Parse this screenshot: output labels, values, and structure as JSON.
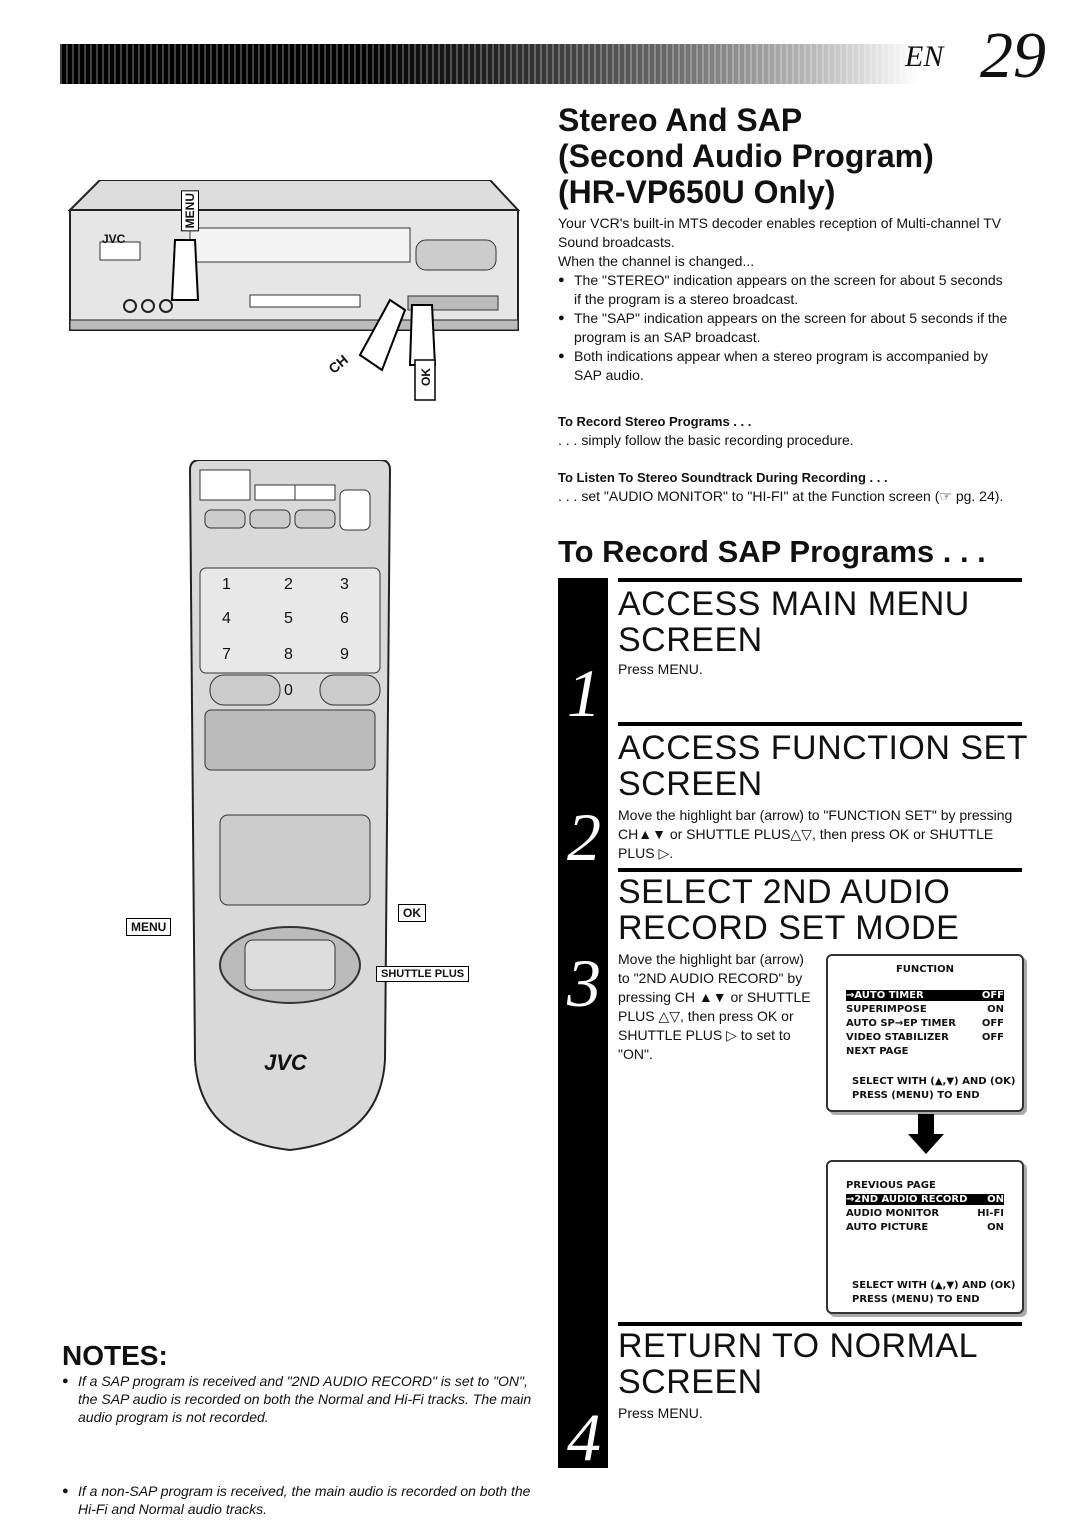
{
  "header": {
    "lang": "EN",
    "page": "29"
  },
  "title": {
    "line1": "Stereo And SAP",
    "line2": "(Second Audio Program)",
    "line3": "(HR-VP650U Only)"
  },
  "intro": {
    "p1": "Your VCR's built-in MTS decoder enables reception of Multi-channel TV Sound broadcasts.",
    "p2": "When the channel is changed...",
    "bullets": [
      "The \"STEREO\" indication appears on the screen for about 5 seconds if the program is a stereo broadcast.",
      "The \"SAP\" indication appears on the screen for about 5 seconds if the program is an SAP broadcast.",
      "Both indications appear when a stereo program is accompanied by SAP audio."
    ]
  },
  "record_stereo": {
    "heading": "To Record Stereo Programs . . .",
    "text": ". . . simply follow the basic recording procedure."
  },
  "listen_stereo": {
    "heading": "To Listen To Stereo Soundtrack During Recording . . .",
    "text": ". . . set \"AUDIO MONITOR\" to \"HI-FI\" at the Function screen (☞ pg. 24)."
  },
  "sap_heading": "To Record SAP Programs . . .",
  "steps": [
    {
      "num": "1",
      "title1": "ACCESS MAIN MENU",
      "title2": "SCREEN",
      "text": "Press MENU."
    },
    {
      "num": "2",
      "title1": "ACCESS FUNCTION SET",
      "title2": "SCREEN",
      "text": "Move the highlight bar (arrow) to \"FUNCTION SET\" by pressing CH▲▼ or SHUTTLE PLUS△▽, then press OK or SHUTTLE PLUS ▷."
    },
    {
      "num": "3",
      "title1": "SELECT 2ND AUDIO",
      "title2": "RECORD SET MODE",
      "text": "Move the highlight bar (arrow) to \"2ND AUDIO RECORD\" by pressing CH ▲▼ or SHUTTLE PLUS △▽, then press OK or SHUTTLE PLUS ▷ to set to \"ON\"."
    },
    {
      "num": "4",
      "title1": "RETURN TO NORMAL",
      "title2": "SCREEN",
      "text": "Press MENU."
    }
  ],
  "osd1": {
    "title": "FUNCTION",
    "rows": [
      {
        "label": "→AUTO TIMER",
        "value": "OFF"
      },
      {
        "label": "SUPERIMPOSE",
        "value": "ON"
      },
      {
        "label": "AUTO SP→EP TIMER",
        "value": "OFF"
      },
      {
        "label": "VIDEO STABILIZER",
        "value": "OFF"
      },
      {
        "label": "NEXT PAGE",
        "value": ""
      }
    ],
    "foot1": "SELECT WITH (▲,▼) AND (OK)",
    "foot2": "PRESS (MENU) TO END"
  },
  "osd2": {
    "rows": [
      {
        "label": "PREVIOUS PAGE",
        "value": ""
      },
      {
        "label": "→2ND AUDIO RECORD",
        "value": "ON"
      },
      {
        "label": "AUDIO MONITOR",
        "value": "HI-FI"
      },
      {
        "label": "AUTO PICTURE",
        "value": "ON"
      }
    ],
    "foot1": "SELECT WITH (▲,▼) AND (OK)",
    "foot2": "PRESS (MENU) TO END"
  },
  "vcr_labels": {
    "menu": "MENU",
    "ch": "CH",
    "ok": "OK",
    "brand": "JVC"
  },
  "remote_labels": {
    "menu": "MENU",
    "ok": "OK",
    "shuttle": "SHUTTLE PLUS",
    "brand": "JVC",
    "keys": [
      "1",
      "2",
      "3",
      "4",
      "5",
      "6",
      "7",
      "8",
      "9",
      "0"
    ]
  },
  "notes": {
    "title": "NOTES:",
    "items": [
      "If a SAP program is received and \"2ND AUDIO RECORD\" is set to \"ON\", the SAP audio is recorded on both the Normal and Hi-Fi tracks. The main audio program is not recorded.",
      "If a non-SAP program is received, the main audio is recorded on both the Hi-Fi and Normal audio tracks."
    ]
  }
}
